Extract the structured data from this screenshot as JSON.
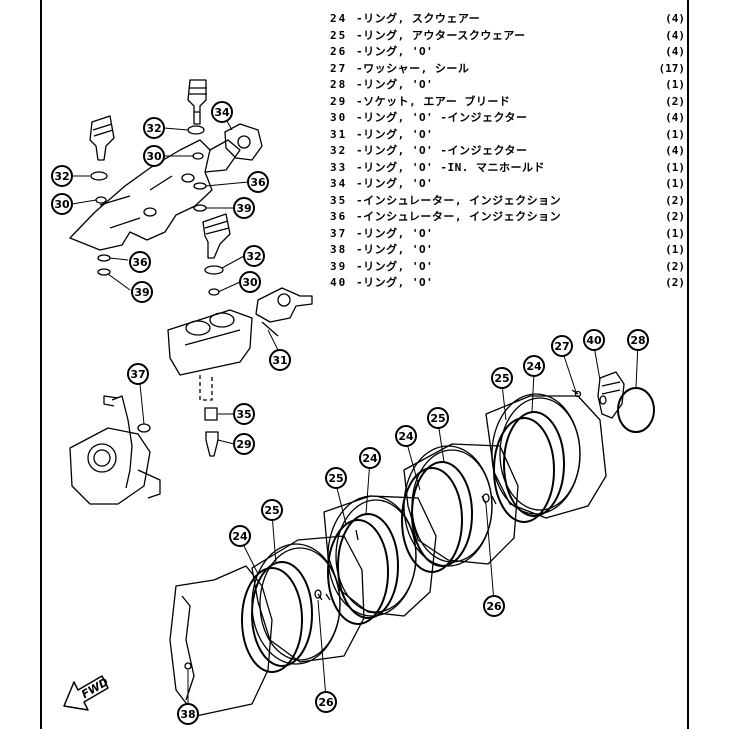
{
  "legend": [
    {
      "num": "24",
      "label": "-リング, スクウェアー",
      "qty": "(4)"
    },
    {
      "num": "25",
      "label": "-リング, アウタースクウェアー",
      "qty": "(4)"
    },
    {
      "num": "26",
      "label": "-リング, 'O'",
      "qty": "(4)"
    },
    {
      "num": "27",
      "label": "-ワッシャー, シール",
      "qty": "(17)"
    },
    {
      "num": "28",
      "label": "-リング, 'O'",
      "qty": "(1)"
    },
    {
      "num": "29",
      "label": "-ソケット, エアー ブリード",
      "qty": "(2)"
    },
    {
      "num": "30",
      "label": "-リング, 'O' -インジェクター",
      "qty": "(4)"
    },
    {
      "num": "31",
      "label": "-リング, 'O'",
      "qty": "(1)"
    },
    {
      "num": "32",
      "label": "-リング, 'O' -インジェクター",
      "qty": "(4)"
    },
    {
      "num": "33",
      "label": "-リング, 'O' -IN. マニホールド",
      "qty": "(1)"
    },
    {
      "num": "34",
      "label": "-リング, 'O'",
      "qty": "(1)"
    },
    {
      "num": "35",
      "label": "-インシュレーター, インジェクション",
      "qty": "(2)"
    },
    {
      "num": "36",
      "label": "-インシュレーター, インジェクション",
      "qty": "(2)"
    },
    {
      "num": "37",
      "label": "-リング, 'O'",
      "qty": "(1)"
    },
    {
      "num": "38",
      "label": "-リング, 'O'",
      "qty": "(1)"
    },
    {
      "num": "39",
      "label": "-リング, 'O'",
      "qty": "(2)"
    },
    {
      "num": "40",
      "label": "-リング, 'O'",
      "qty": "(2)"
    }
  ],
  "callouts": {
    "c32a": "32",
    "c34": "34",
    "c30a": "30",
    "c32b": "32",
    "c30b": "30",
    "c36a": "36",
    "c39a": "39",
    "c36b": "36",
    "c39b": "39",
    "c32c": "32",
    "c30c": "30",
    "c31": "31",
    "c37": "37",
    "c35": "35",
    "c29": "29",
    "c27": "27",
    "c40": "40",
    "c28": "28",
    "c25a": "25",
    "c24a": "24",
    "c25b": "25",
    "c24b": "24",
    "c25c": "25",
    "c24c": "24",
    "c25d": "25",
    "c24d": "24",
    "c26a": "26",
    "c26b": "26",
    "c38": "38"
  },
  "fwd_label": "FWD"
}
